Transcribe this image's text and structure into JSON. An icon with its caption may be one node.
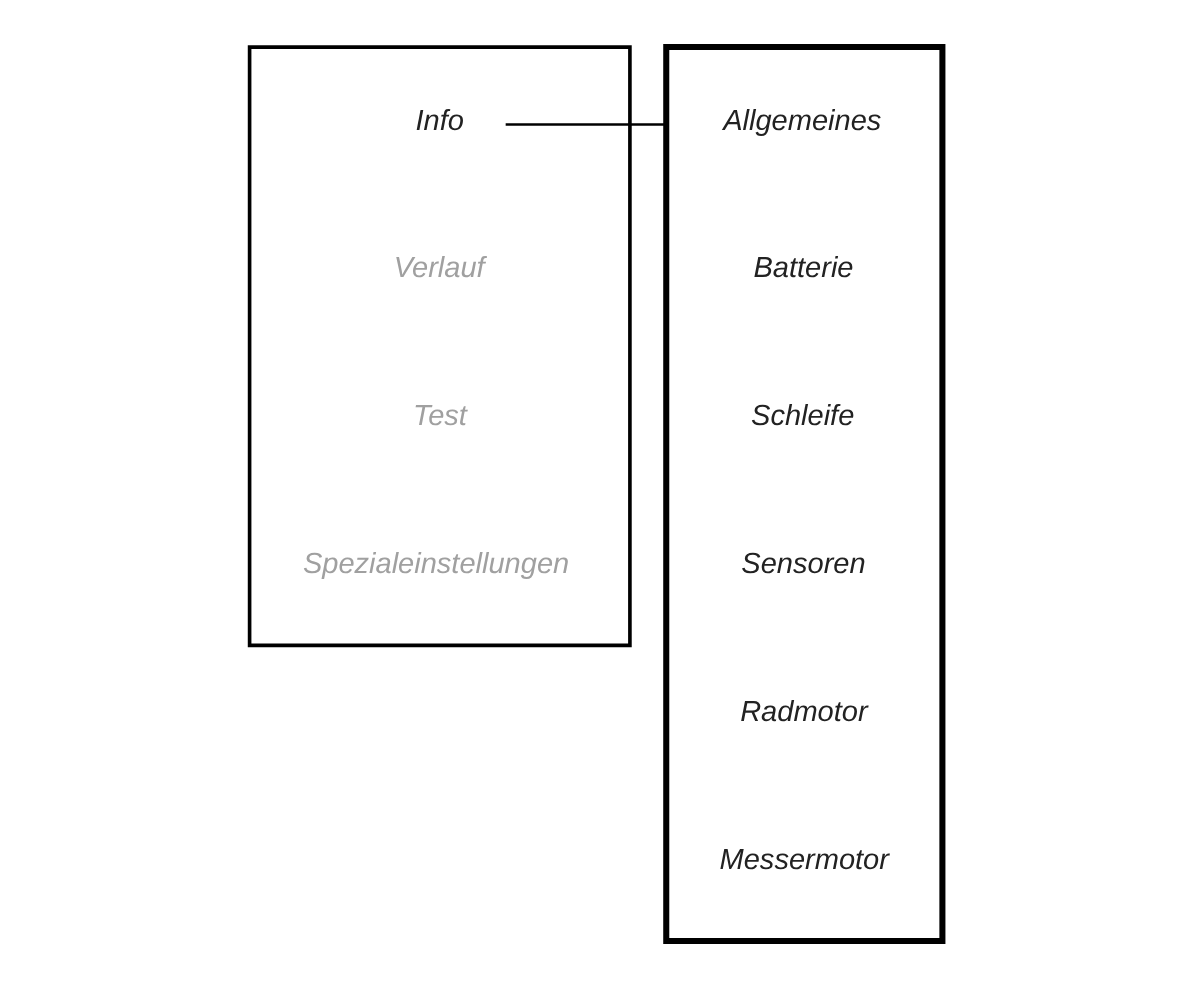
{
  "diagram": {
    "nodes": [
      {
        "text": [],
        "shape": "box"
      },
      {
        "text": [
          "Info"
        ],
        "in": 0
      },
      {
        "text": [
          "Verlauf"
        ],
        "in": 0
      },
      {
        "text": [
          "Test"
        ],
        "in": 0
      },
      {
        "text": [
          "Spezialeinstellungen"
        ],
        "in": 0
      },
      {
        "text": [],
        "shape": "bar"
      },
      {
        "text": [
          "Allgemeines"
        ],
        "in": 5
      },
      {
        "text": [
          "Batterie"
        ],
        "in": 5
      },
      {
        "text": [
          "Schleife"
        ],
        "in": 5
      },
      {
        "text": [
          "Sensoren"
        ],
        "in": 5
      },
      {
        "text": [
          "Radmotor"
        ],
        "in": 5
      },
      {
        "text": [
          "Messermotor"
        ],
        "in": 5
      }
    ],
    "edges": [
      {
        "from": 1,
        "to": 5,
        "arrow": "none"
      }
    ]
  }
}
